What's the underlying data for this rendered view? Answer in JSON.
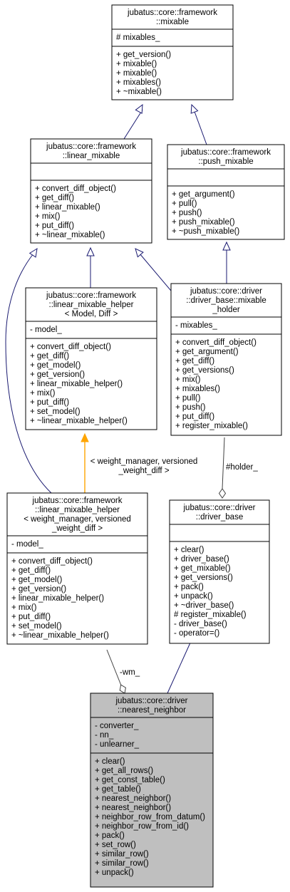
{
  "classes": {
    "mixable": {
      "title": [
        "jubatus::core::framework",
        "::mixable"
      ],
      "attributes": [
        "# mixables_"
      ],
      "operations": [
        "+ get_version()",
        "+ mixable()",
        "+ mixable()",
        "+ mixables()",
        "+ ~mixable()"
      ]
    },
    "linear_mixable": {
      "title": [
        "jubatus::core::framework",
        "::linear_mixable"
      ],
      "attributes": [],
      "operations": [
        "+ convert_diff_object()",
        "+ get_diff()",
        "+ linear_mixable()",
        "+ mix()",
        "+ put_diff()",
        "+ ~linear_mixable()"
      ]
    },
    "push_mixable": {
      "title": [
        "jubatus::core::framework",
        "::push_mixable"
      ],
      "attributes": [],
      "operations": [
        "+ get_argument()",
        "+ pull()",
        "+ push()",
        "+ push_mixable()",
        "+ ~push_mixable()"
      ]
    },
    "linear_mixable_helper_generic": {
      "title": [
        "jubatus::core::framework",
        "::linear_mixable_helper",
        "< Model, Diff >"
      ],
      "attributes": [
        "- model_"
      ],
      "operations": [
        "+ convert_diff_object()",
        "+ get_diff()",
        "+ get_model()",
        "+ get_version()",
        "+ linear_mixable_helper()",
        "+ mix()",
        "+ put_diff()",
        "+ set_model()",
        "+ ~linear_mixable_helper()"
      ]
    },
    "driver_base_mixable_holder": {
      "title": [
        "jubatus::core::driver",
        "::driver_base::mixable",
        "_holder"
      ],
      "attributes": [
        "- mixables_"
      ],
      "operations": [
        "+ convert_diff_object()",
        "+ get_argument()",
        "+ get_diff()",
        "+ get_versions()",
        "+ mix()",
        "+ mixables()",
        "+ pull()",
        "+ push()",
        "+ put_diff()",
        "+ register_mixable()"
      ]
    },
    "linear_mixable_helper_weight": {
      "title": [
        "jubatus::core::framework",
        "::linear_mixable_helper",
        "< weight_manager, versioned",
        "_weight_diff >"
      ],
      "attributes": [
        "- model_"
      ],
      "operations": [
        "+ convert_diff_object()",
        "+ get_diff()",
        "+ get_model()",
        "+ get_version()",
        "+ linear_mixable_helper()",
        "+ mix()",
        "+ put_diff()",
        "+ set_model()",
        "+ ~linear_mixable_helper()"
      ]
    },
    "driver_base": {
      "title": [
        "jubatus::core::driver",
        "::driver_base"
      ],
      "attributes": [],
      "operations": [
        "+ clear()",
        "+ driver_base()",
        "+ get_mixable()",
        "+ get_versions()",
        "+ pack()",
        "+ unpack()",
        "+ ~driver_base()",
        "# register_mixable()",
        "- driver_base()",
        "- operator=()"
      ]
    },
    "nearest_neighbor": {
      "title": [
        "jubatus::core::driver",
        "::nearest_neighbor"
      ],
      "attributes": [
        "- converter_",
        "- nn_",
        "- unlearner_"
      ],
      "operations": [
        "+ clear()",
        "+ get_all_rows()",
        "+ get_const_table()",
        "+ get_table()",
        "+ nearest_neighbor()",
        "+ nearest_neighbor()",
        "+ neighbor_row_from_datum()",
        "+ neighbor_row_from_id()",
        "+ pack()",
        "+ set_row()",
        "+ similar_row()",
        "+ similar_row()",
        "+ unpack()"
      ]
    }
  },
  "edge_labels": {
    "template_args": [
      "< weight_manager, versioned",
      "_weight_diff >"
    ],
    "holder": "#holder_",
    "wm": "-wm_"
  },
  "colors": {
    "border": "#000000",
    "inheritance_edge": "#191970",
    "template_edge": "#ffa500",
    "usage_edge": "#404040",
    "highlight_fill": "#bfbfbf",
    "box_fill": "#ffffff"
  }
}
